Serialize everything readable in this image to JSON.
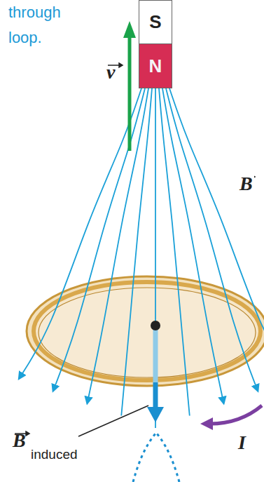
{
  "diagram": {
    "nodes": [
      {
        "text": [
          "S"
        ]
      },
      {
        "text": [
          "N"
        ]
      }
    ],
    "labels": [
      "through loop.",
      "v",
      "B",
      "B",
      "induced",
      "I"
    ]
  }
}
